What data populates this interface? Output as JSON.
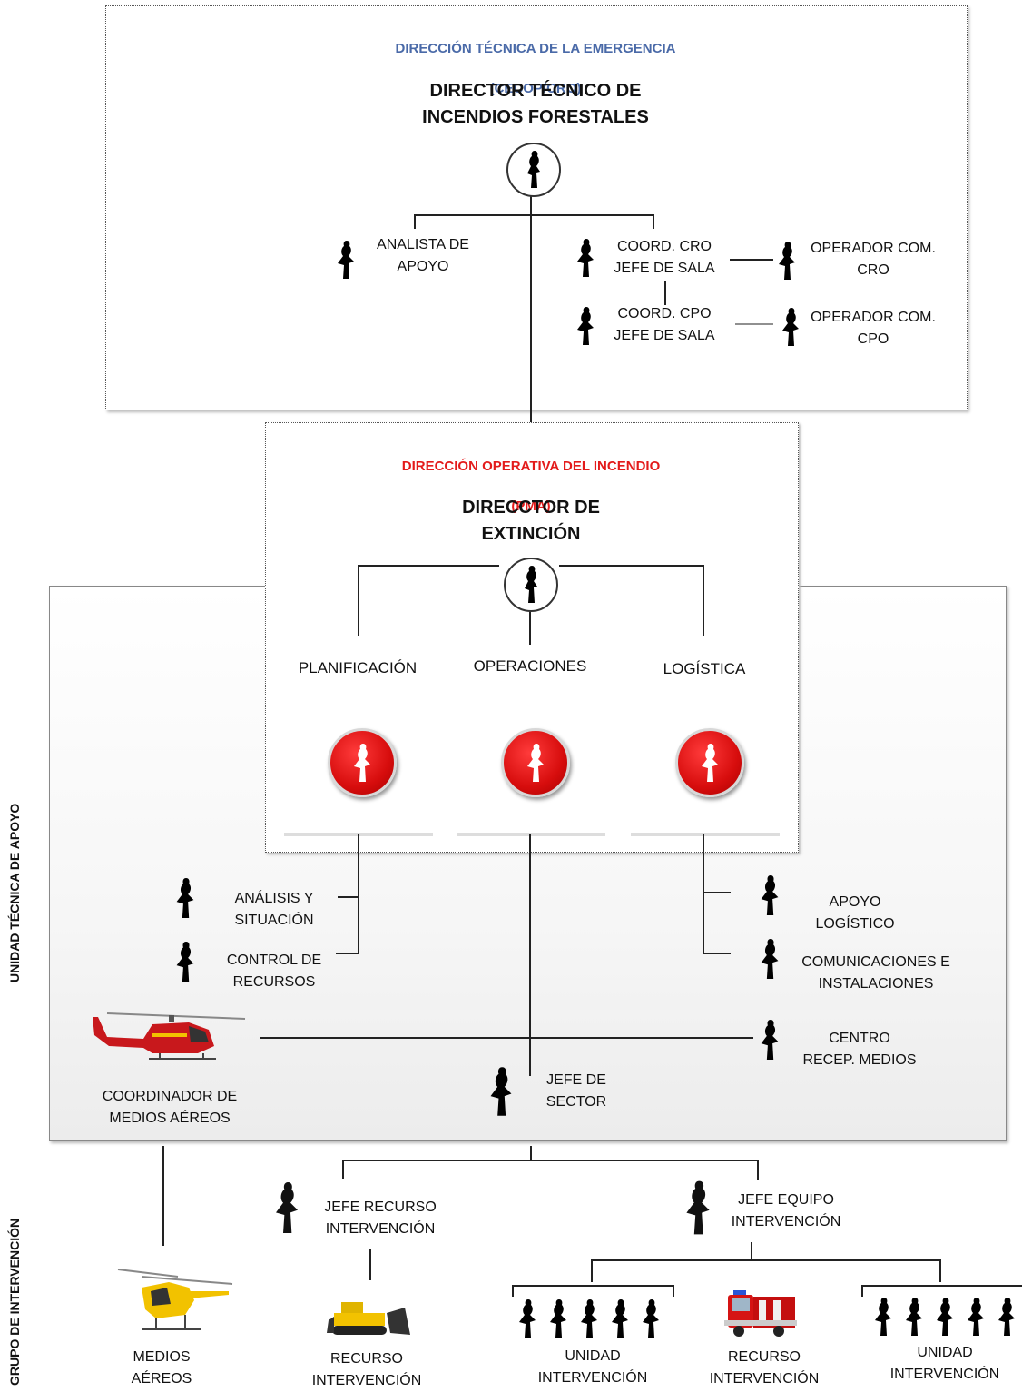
{
  "top": {
    "header_line1": "DIRECCIÓN TÉCNICA DE LA EMERGENCIA",
    "header_line2": "(CECOP/CRO)",
    "title": "DIRECTOR TÉCNICO DE\nINCENDIOS FORESTALES",
    "analista": "ANALISTA DE\nAPOYO",
    "coord_cro": "COORD. CRO\nJEFE DE SALA",
    "operador_cro": "OPERADOR COM.\nCRO",
    "coord_cpo": "COORD. CPO\nJEFE DE SALA",
    "operador_cpo": "OPERADOR COM.\nCPO"
  },
  "pma": {
    "header_line1": "DIRECCIÓN OPERATIVA DEL INCENDIO",
    "header_line2": "(PMA)",
    "title": "DIRECCTOR DE\nEXTINCIÓN",
    "planificacion": "PLANIFICACIÓN",
    "operaciones": "OPERACIONES",
    "logistica": "LOGÍSTICA"
  },
  "uta": {
    "side_label": "UNIDAD TÉCNICA DE APOYO",
    "analisis": "ANÁLISIS Y\nSITUACIÓN",
    "control": "CONTROL DE\nRECURSOS",
    "apoyo": "APOYO\nLOGÍSTICO",
    "comunicaciones": "COMUNICACIONES E\nINSTALACIONES",
    "centro": "CENTRO\nRECEP. MEDIOS",
    "coordinador": "COORDINADOR DE\nMEDIOS AÉREOS",
    "jefe_sector": "JEFE DE\nSECTOR"
  },
  "gi": {
    "side_label": "GRUPO DE INTERVENCIÓN",
    "jefe_recurso": "JEFE RECURSO\nINTERVENCIÓN",
    "jefe_equipo": "JEFE EQUIPO\nINTERVENCIÓN",
    "medios_aereos": "MEDIOS\nAÉREOS",
    "recurso_1": "RECURSO\nINTERVENCIÓN",
    "unidad_1": "UNIDAD\nINTERVENCIÓN",
    "recurso_2": "RECURSO\nINTERVENCIÓN",
    "unidad_2": "UNIDAD\nINTERVENCIÓN"
  },
  "colors": {
    "blue_header": "#4a6aa8",
    "red_header": "#e31b1b",
    "red_icon": "#d70d0d"
  },
  "icons": [
    "person-silhouette-icon",
    "red-circle-person-icon",
    "helicopter-icon",
    "bulldozer-icon",
    "fire-truck-icon"
  ]
}
